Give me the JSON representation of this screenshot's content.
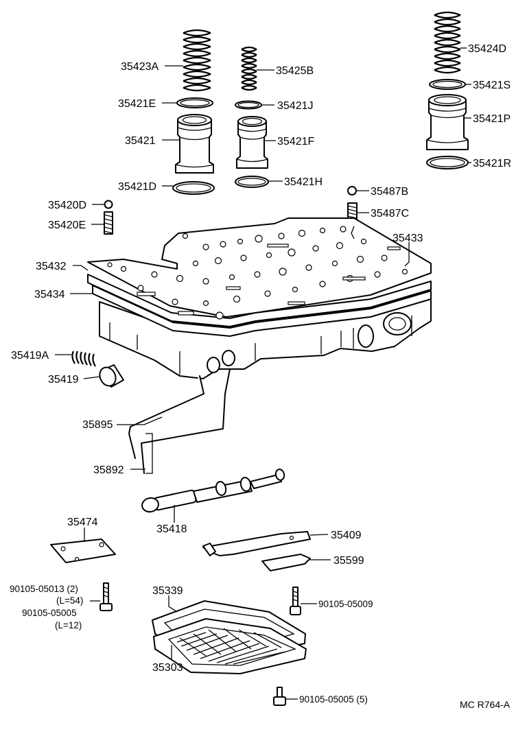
{
  "labels": {
    "p35423A": "35423A",
    "p35425B": "35425B",
    "p35424D": "35424D",
    "p35421S": "35421S",
    "p35421E": "35421E",
    "p35421J": "35421J",
    "p35421": "35421",
    "p35421F": "35421F",
    "p35421P": "35421P",
    "p35421R": "35421R",
    "p35421D": "35421D",
    "p35421H": "35421H",
    "p35487B": "35487B",
    "p35487C": "35487C",
    "p35420D": "35420D",
    "p35420E": "35420E",
    "p35433": "35433",
    "p35432": "35432",
    "p35434": "35434",
    "p35419A": "35419A",
    "p35419": "35419",
    "p35895": "35895",
    "p35892": "35892",
    "p35418": "35418",
    "p35474": "35474",
    "p35409": "35409",
    "p35599": "35599",
    "b1": "90105-05013 (2)",
    "b1_len": "(L=54)",
    "b2": "90105-05005",
    "b2_len": "(L=12)",
    "p35339": "35339",
    "b3": "90105-05009",
    "p35303": "35303",
    "b4": "90105-05005 (5)"
  },
  "reference_code": "MC R764-A"
}
